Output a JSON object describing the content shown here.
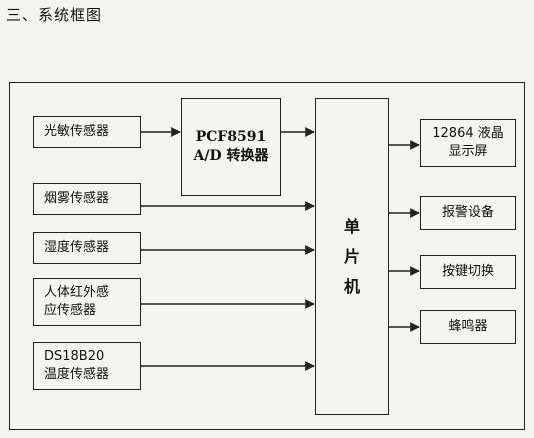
{
  "heading": "三、系统框图",
  "sensors": {
    "photo": "光敏传感器",
    "smoke": "烟雾传感器",
    "humidity": "湿度传感器",
    "pir_line1": "人体红外感",
    "pir_line2": "应传感器",
    "ds_line1": "DS18B20",
    "ds_line2": "温度传感器"
  },
  "adc": {
    "line1": "PCF8591",
    "line2": "A/D 转换器"
  },
  "mcu": {
    "chars": [
      "单",
      "片",
      "机"
    ]
  },
  "outputs": {
    "lcd_line1": "12864 液晶",
    "lcd_line2": "显示屏",
    "alarm": "报警设备",
    "keys": "按键切换",
    "buzzer": "蜂鸣器"
  }
}
